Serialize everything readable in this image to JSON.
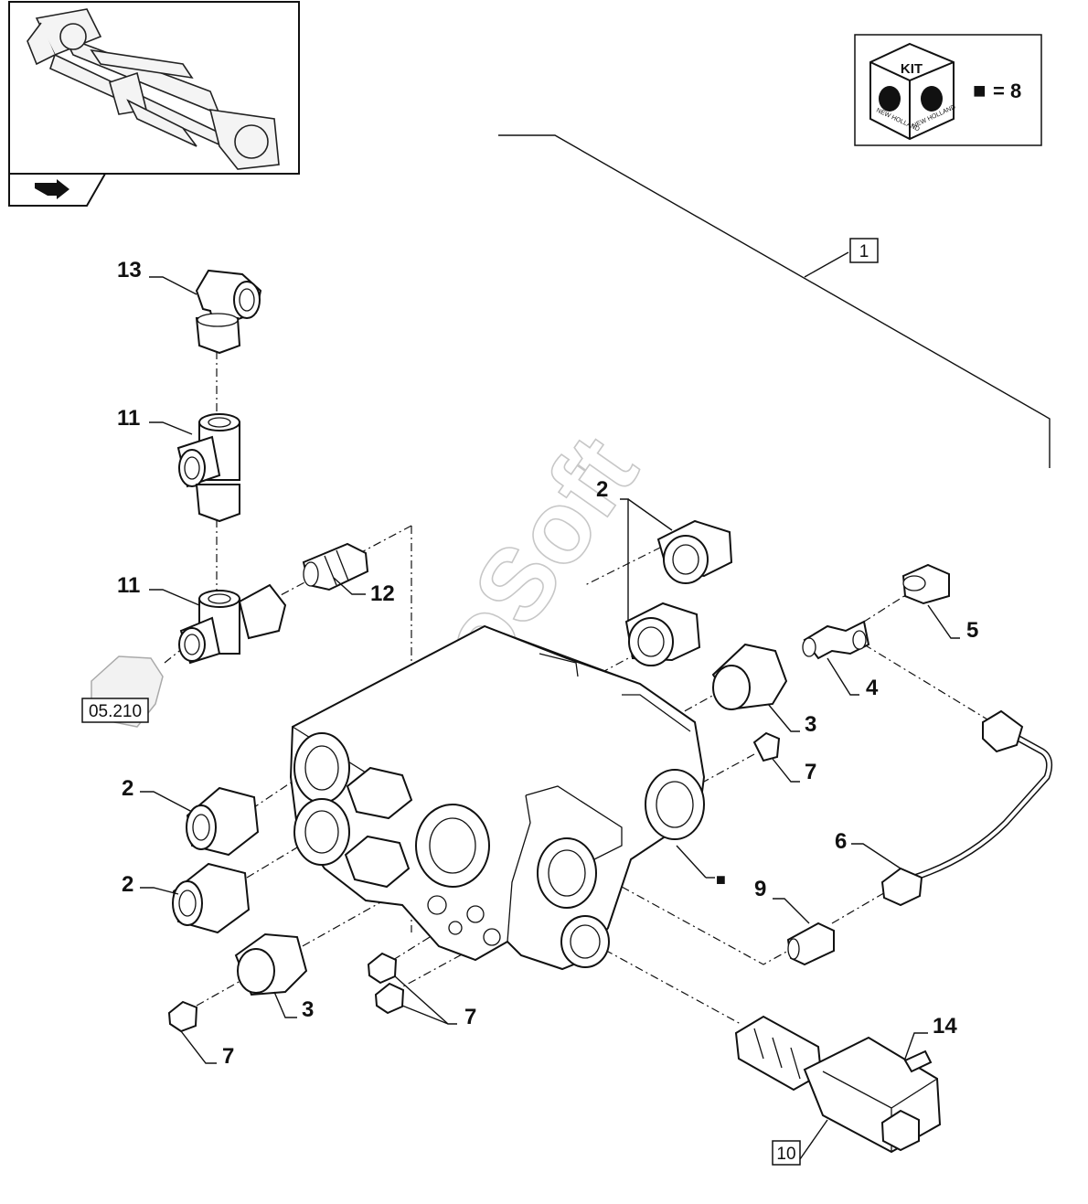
{
  "watermark": "AutoSoft",
  "kit_box": {
    "title": "KIT",
    "brand_left": "NEW HOLLAND",
    "brand_right": "NEW HOLLAND",
    "legend_symbol": "■",
    "legend_text": "= 8"
  },
  "overview": {
    "icon": "next-page-arrow-icon"
  },
  "callouts": {
    "ref_05210": "05.210",
    "assembly_1": "1",
    "solenoid_10": "10",
    "kit_marker": "■"
  },
  "part_labels": {
    "p13": "13",
    "p11a": "11",
    "p11b": "11",
    "p12": "12",
    "p2a": "2",
    "p2b": "2",
    "p2c": "2",
    "p5": "5",
    "p4": "4",
    "p3a": "3",
    "p3b": "3",
    "p7a": "7",
    "p7b": "7",
    "p7c": "7",
    "p6": "6",
    "p9": "9",
    "p14": "14"
  }
}
